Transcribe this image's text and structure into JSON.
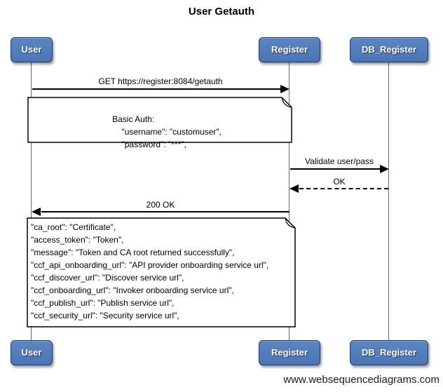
{
  "title": "User Getauth",
  "watermark": "www.websequencediagrams.com",
  "actors": [
    "User",
    "Register",
    "DB_Register"
  ],
  "messages": [
    {
      "label": "GET https://register:8084/getauth",
      "from": "User",
      "to": "Register",
      "line": "solid",
      "direction": "right"
    },
    {
      "label": "Validate user/pass",
      "from": "Register",
      "to": "DB_Register",
      "line": "solid",
      "direction": "right"
    },
    {
      "label": "OK",
      "from": "DB_Register",
      "to": "Register",
      "line": "dashed",
      "direction": "left"
    },
    {
      "label": "200 OK",
      "from": "Register",
      "to": "User",
      "line": "solid",
      "direction": "left"
    }
  ],
  "notes": [
    {
      "over": "User, Register",
      "lines": [
        "Basic Auth:",
        "    \"username\": \"customuser\",",
        "    \"password\": \"***\","
      ]
    },
    {
      "over": "User, Register",
      "lines": [
        "\"ca_root\": \"Certificate\",",
        "\"access_token\": \"Token\",",
        "\"message\": \"Token and CA root returned successfully\",",
        "\"ccf_api_onboarding_url\": \"API provider onboarding service url\",",
        "\"ccf_discover_url\": \"Discover service url\",",
        "\"ccf_onboarding_url\": \"Invoker onboarding service url\",",
        "\"ccf_publish_url\": \"Publish service url\",",
        "\"ccf_security_url\": \"Security service url\","
      ]
    }
  ],
  "colors": {
    "actor_fill": "#4b76b8",
    "actor_border": "#1f3a68",
    "actor_text": "#ffffff",
    "lifeline": "#6b6b6b",
    "arrow": "#000000",
    "note_background": "#ffffff",
    "note_border": "#000000",
    "background": "#ffffff"
  }
}
